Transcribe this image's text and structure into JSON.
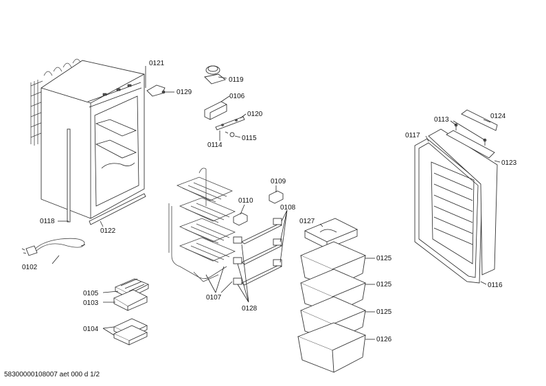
{
  "labels": {
    "p0121": "0121",
    "p0129": "0129",
    "p0119": "0119",
    "p0106": "0106",
    "p0120": "0120",
    "p0114": "0114",
    "p0115": "0115",
    "p0118": "0118",
    "p0122": "0122",
    "p0102": "0102",
    "p0109": "0109",
    "p0110": "0110",
    "p0108": "0108",
    "p0127": "0127",
    "p0125a": "0125",
    "p0125b": "0125",
    "p0125c": "0125",
    "p0126": "0126",
    "p0107": "0107",
    "p0128": "0128",
    "p0105": "0105",
    "p0103": "0103",
    "p0104": "0104",
    "p0113": "0113",
    "p0124": "0124",
    "p0117": "0117",
    "p0123": "0123",
    "p0116": "0116"
  },
  "footer": "58300000108007 aet 000 d 1/2"
}
